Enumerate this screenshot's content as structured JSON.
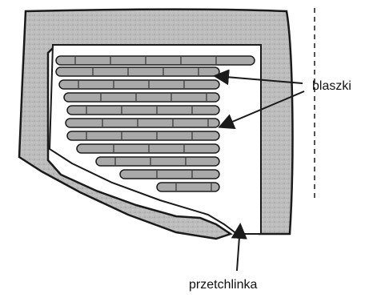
{
  "labels": {
    "plates": "blaszki",
    "septum": "przetchlinka"
  },
  "colors": {
    "wall_fill": "#bdbdbd",
    "plate_fill": "#a9a9a9",
    "outline": "#1a1a1a",
    "background": "#ffffff"
  },
  "plate_count": 11
}
